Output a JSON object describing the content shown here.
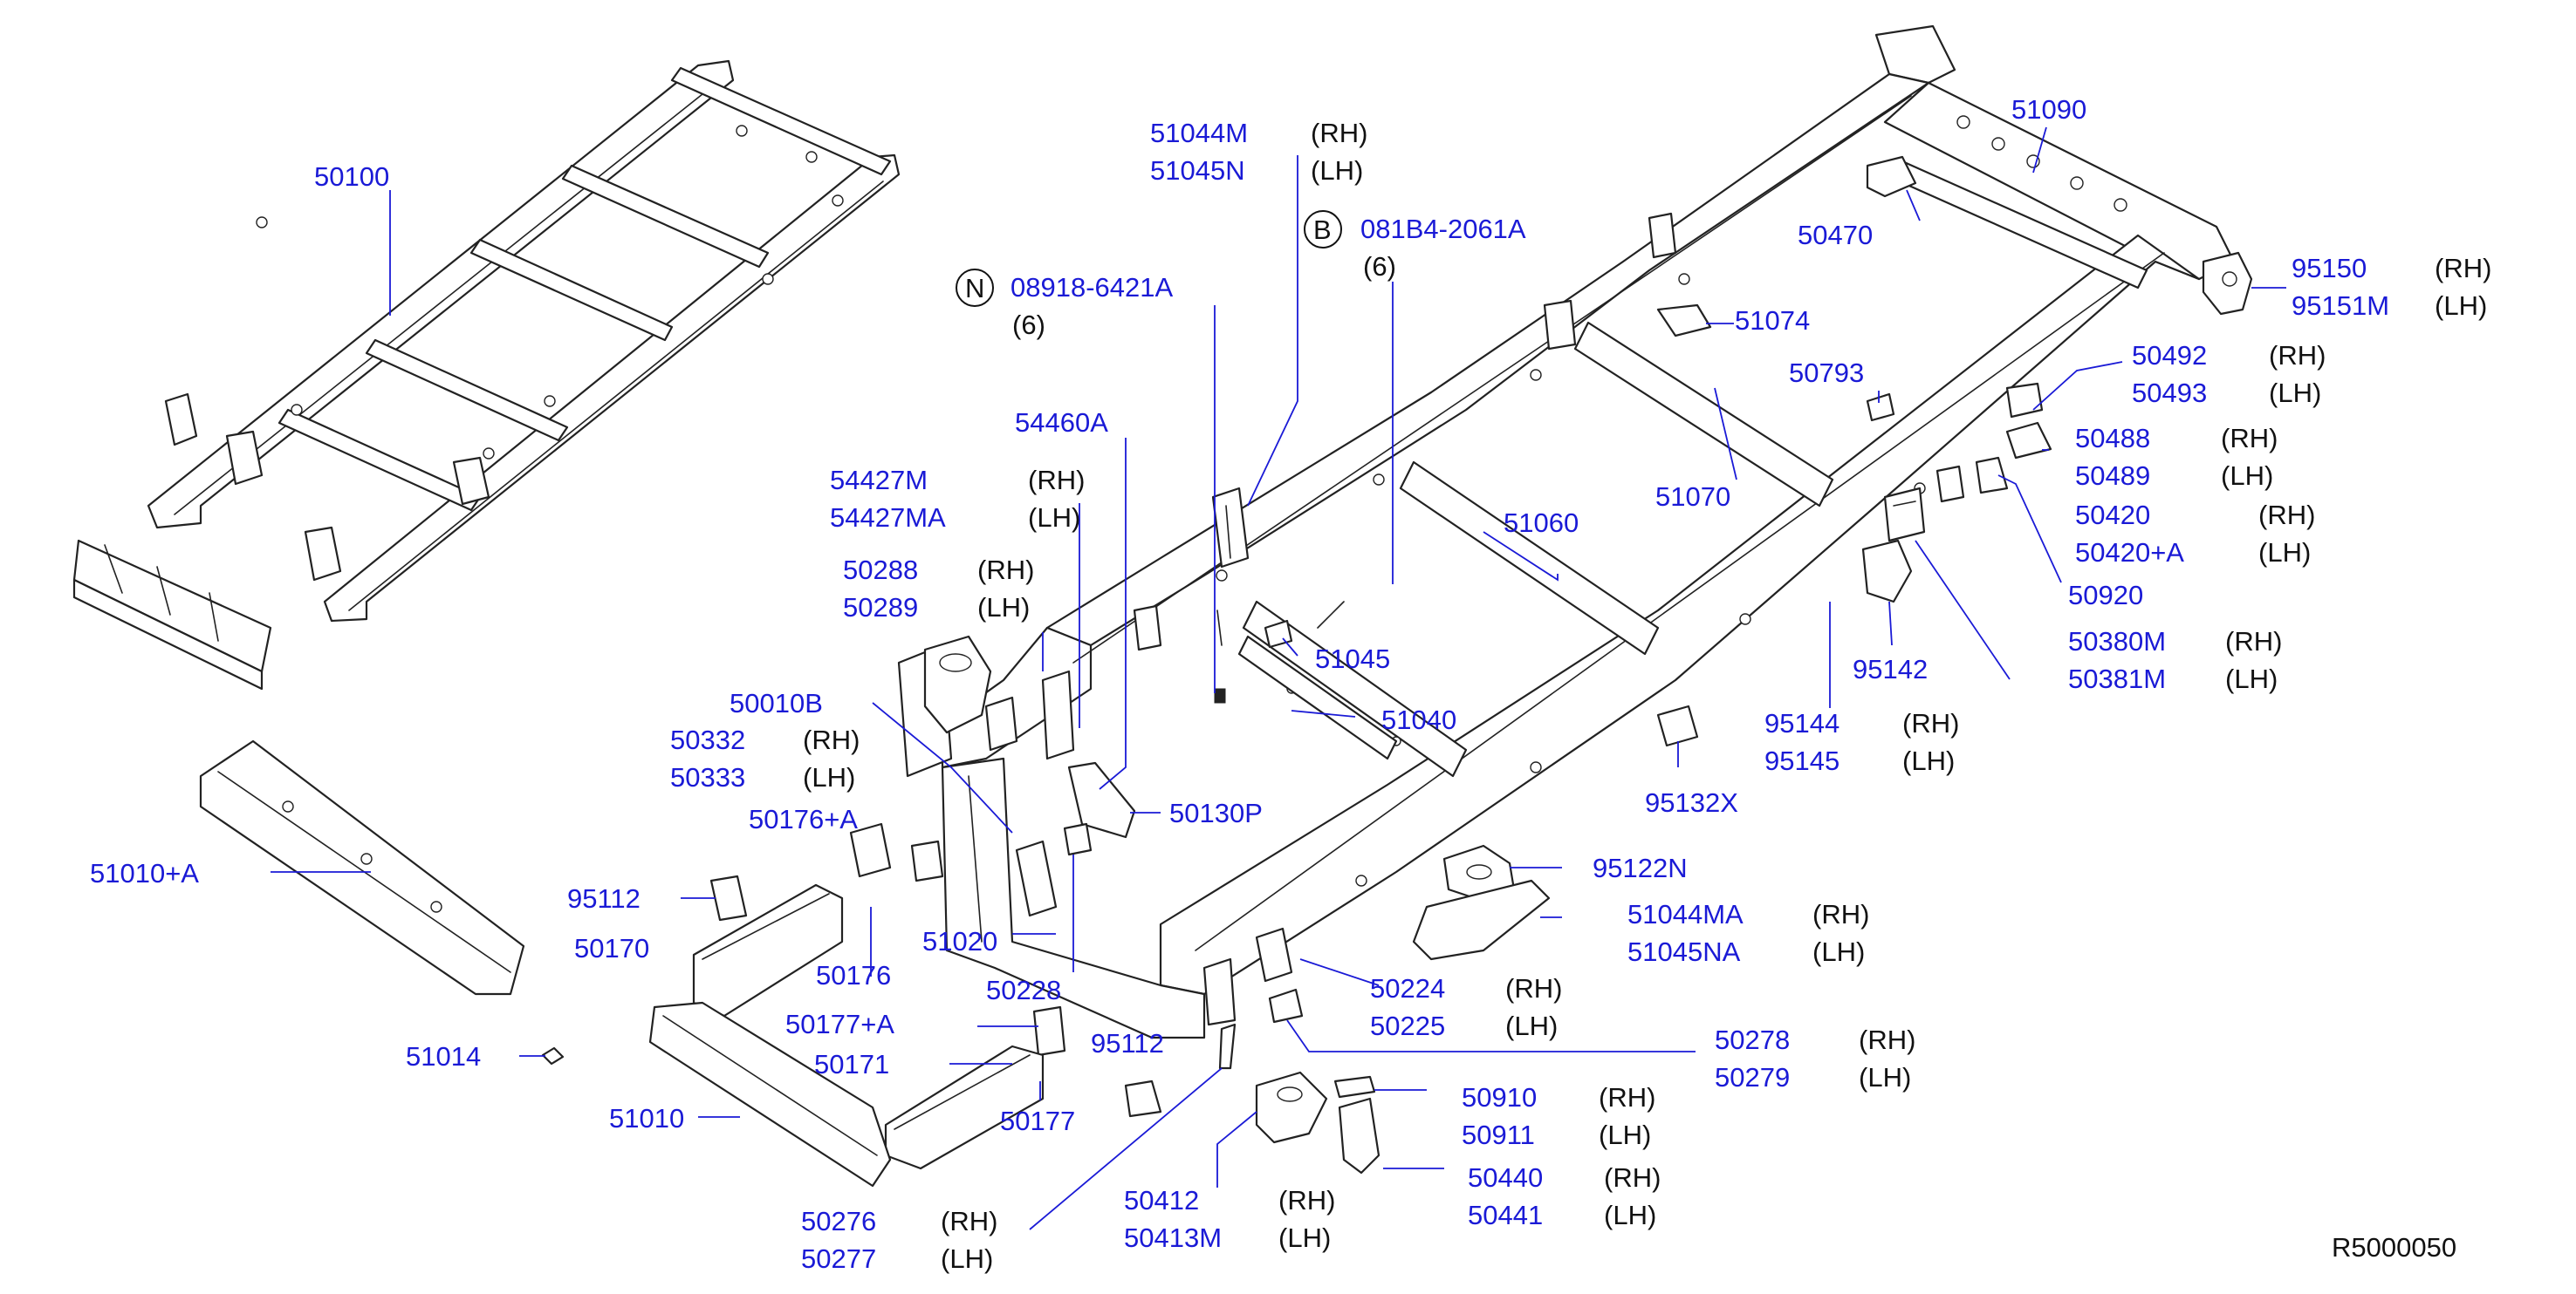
{
  "diagram": {
    "reference_code": "R5000050",
    "side_labels": {
      "rh": "(RH)",
      "lh": "(LH)",
      "qty6": "(6)"
    },
    "fastener_symbols": {
      "nut": "N",
      "bolt": "B"
    },
    "parts": {
      "p50100": "50100",
      "p51090": "51090",
      "p51044m": "51044M",
      "p51045n": "51045N",
      "p081b4": "081B4-2061A",
      "p08918": "08918-6421A",
      "p50470": "50470",
      "p95150": "95150",
      "p95151m": "95151M",
      "p51074": "51074",
      "p50492": "50492",
      "p50493": "50493",
      "p50793": "50793",
      "p54460a": "54460A",
      "p50488": "50488",
      "p50489": "50489",
      "p54427m": "54427M",
      "p54427ma": "54427MA",
      "p51070": "51070",
      "p50420": "50420",
      "p50420a": "50420+A",
      "p51060": "51060",
      "p50288": "50288",
      "p50289": "50289",
      "p50920": "50920",
      "p50380m": "50380M",
      "p50381m": "50381M",
      "p51045": "51045",
      "p95142": "95142",
      "p50010b": "50010B",
      "p51040": "51040",
      "p50332": "50332",
      "p50333": "50333",
      "p95144": "95144",
      "p95145": "95145",
      "p50176a": "50176+A",
      "p50130p": "50130P",
      "p95132x": "95132X",
      "p51010a": "51010+A",
      "p95122n": "95122N",
      "p95112a": "95112",
      "p51044ma": "51044MA",
      "p51045na": "51045NA",
      "p50170": "50170",
      "p50176": "50176",
      "p51020": "51020",
      "p50224": "50224",
      "p50225": "50225",
      "p50228": "50228",
      "p50177a": "50177+A",
      "p50278": "50278",
      "p50279": "50279",
      "p51014": "51014",
      "p95112b": "95112",
      "p50171": "50171",
      "p50910": "50910",
      "p50911": "50911",
      "p50177": "50177",
      "p51010": "51010",
      "p50440": "50440",
      "p50441": "50441",
      "p50412": "50412",
      "p50413m": "50413M",
      "p50276": "50276",
      "p50277": "50277"
    }
  }
}
